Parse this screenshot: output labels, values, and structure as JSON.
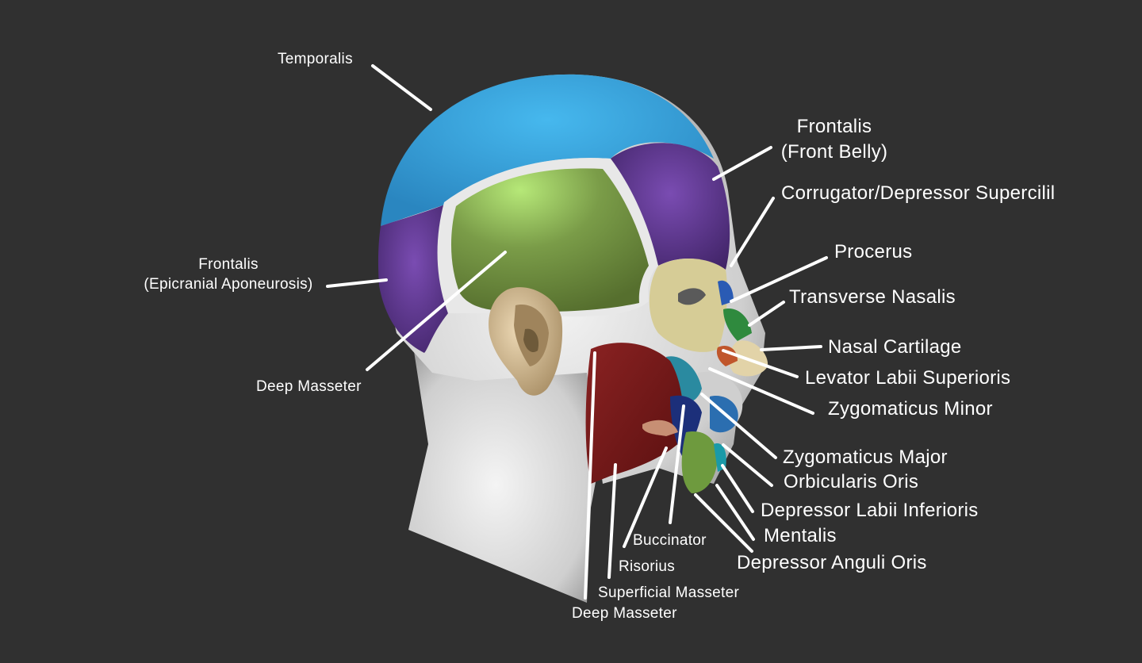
{
  "colors": {
    "background": "#303030",
    "temporalis": "#3aa6dc",
    "frontalis": "#6a3e9e",
    "deep_masseter_region": "#8aab4e",
    "skin": "#d9d9d9",
    "ear": "#d8c3a0",
    "masseter": "#7a1c1c",
    "label": "#ffffff"
  },
  "labels": {
    "temporalis": "Temporalis",
    "frontalis_front_belly_l1": "Frontalis",
    "frontalis_front_belly_l2": "(Front Belly)",
    "corrugator": "Corrugator/Depressor Supercilil",
    "procerus": "Procerus",
    "transverse_nasalis": "Transverse Nasalis",
    "frontalis_epicranial_l1": "Frontalis",
    "frontalis_epicranial_l2": "(Epicranial Aponeurosis)",
    "deep_masseter_upper": "Deep Masseter",
    "nasal_cartilage": "Nasal Cartilage",
    "levator_labii": "Levator Labii Superioris",
    "zygomaticus_minor": "Zygomaticus Minor",
    "zygomaticus_major": "Zygomaticus Major",
    "orbicularis_oris": "Orbicularis Oris",
    "depressor_labii": "Depressor Labii Inferioris",
    "mentalis": "Mentalis",
    "depressor_anguli": "Depressor Anguli Oris",
    "buccinator": "Buccinator",
    "risorius": "Risorius",
    "superficial_masseter": "Superficial Masseter",
    "deep_masseter_lower": "Deep Masseter"
  }
}
